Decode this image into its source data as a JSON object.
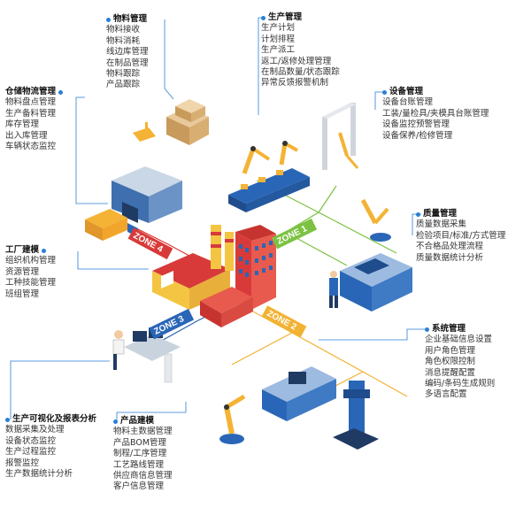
{
  "colors": {
    "zone1": "#7cc242",
    "zone2": "#f2b233",
    "zone3": "#2a66b7",
    "zone4": "#d83a3a",
    "leader": "#2a7fd6"
  },
  "zones": {
    "zone1": "ZONE 1",
    "zone2": "ZONE 2",
    "zone3": "ZONE 3",
    "zone4": "ZONE 4"
  },
  "modules": {
    "material": {
      "title": "物料管理",
      "items": [
        "物料接收",
        "物料消耗",
        "线边库管理",
        "在制品管理",
        "物料跟踪",
        "产品跟踪"
      ]
    },
    "production": {
      "title": "生产管理",
      "items": [
        "生产计划",
        "计划排程",
        "生产派工",
        "返工/返修处理管理",
        "在制品数量/状态跟踪",
        "异常反馈报警机制"
      ]
    },
    "warehouse": {
      "title": "仓储物流管理",
      "items": [
        "物料盘点管理",
        "生产备料管理",
        "库存管理",
        "出入库管理",
        "车辆状态监控"
      ]
    },
    "equipment": {
      "title": "设备管理",
      "items": [
        "设备台账管理",
        "工装/量检具/夹模具台账管理",
        "设备监控预警管理",
        "设备保养/检修管理"
      ]
    },
    "quality": {
      "title": "质量管理",
      "items": [
        "质量数据采集",
        "检验项目/标准/方式管理",
        "不合格品处理流程",
        "质量数据统计分析"
      ]
    },
    "factory": {
      "title": "工厂建模",
      "items": [
        "组织机构管理",
        "资源管理",
        "工种技能管理",
        "班组管理"
      ]
    },
    "system": {
      "title": "系统管理",
      "items": [
        "企业基础信息设置",
        "用户角色管理",
        "角色权限控制",
        "消息提醒配置",
        "编码/条码生成规则",
        "多语言配置"
      ]
    },
    "visual": {
      "title": "生产可视化及报表分析",
      "items": [
        "数据采集及处理",
        "设备状态监控",
        "生产过程监控",
        "报警监控",
        "生产数据统计分析"
      ]
    },
    "product": {
      "title": "产品建模",
      "items": [
        "物料主数据管理",
        "产品BOM管理",
        "制程/工序管理",
        "工艺路线管理",
        "供应商信息管理",
        "客户信息管理"
      ]
    }
  }
}
